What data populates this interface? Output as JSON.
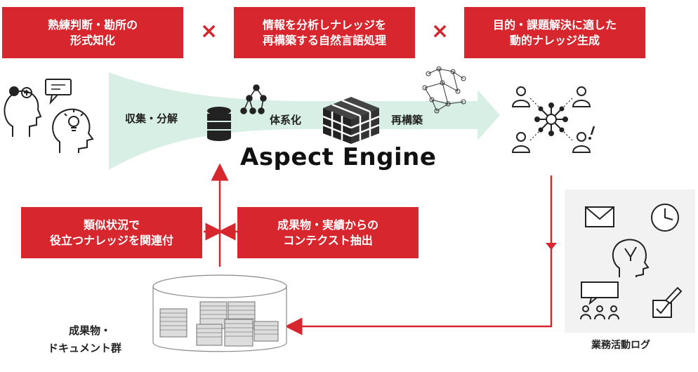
{
  "top_boxes": [
    {
      "line1": "熟練判断・勘所の",
      "line2": "形式知化"
    },
    {
      "line1": "情報を分析しナレッジを",
      "line2": "再構築する自然言語処理"
    },
    {
      "line1": "目的・課題解決に適した",
      "line2": "動的ナレッジ生成"
    }
  ],
  "operator": "×",
  "stages": [
    "収集・分解",
    "体系化",
    "再構築"
  ],
  "engine_name": "Aspect Engine",
  "bottom_boxes": [
    {
      "line1": "類似状況で",
      "line2": "役立つナレッジを関連付"
    },
    {
      "line1": "成果物・実績からの",
      "line2": "コンテクスト抽出"
    }
  ],
  "captions": {
    "deliverables_line1": "成果物・",
    "deliverables_line2": "ドキュメント群",
    "activity_log": "業務活動ログ"
  },
  "colors": {
    "accent": "#d7262d",
    "flow": "#d8efe5",
    "panel": "#f2f2f2"
  }
}
